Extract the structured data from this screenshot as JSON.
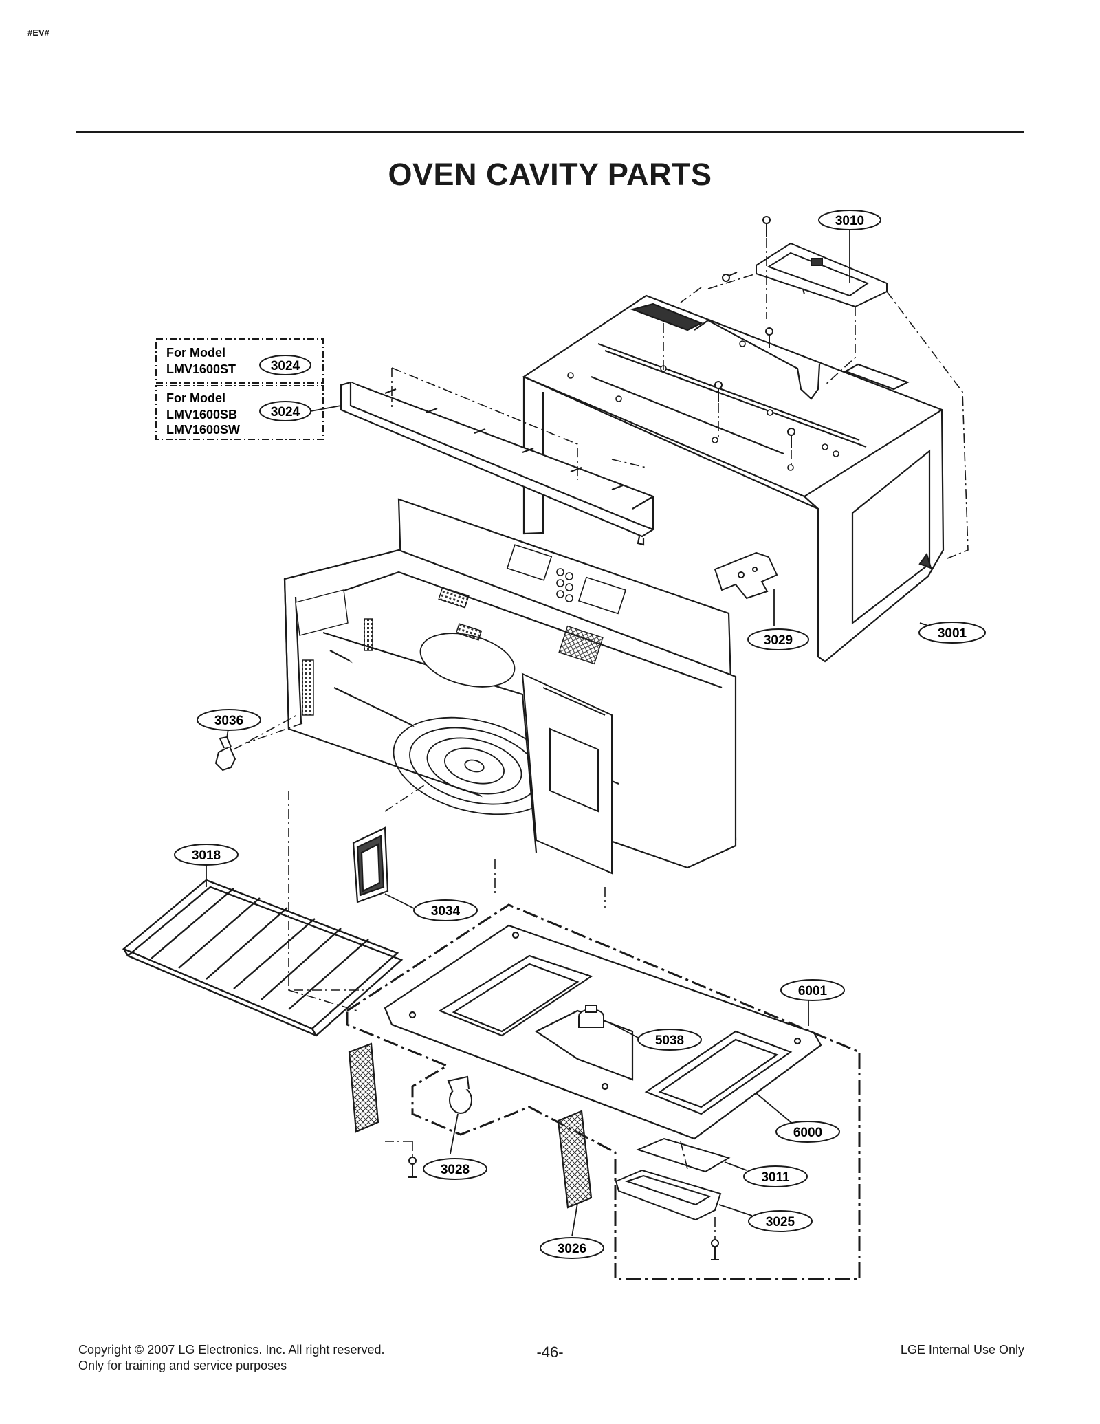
{
  "header_tag": "#EV#",
  "title": "OVEN CAVITY PARTS",
  "model_notes": [
    {
      "line1": "For Model",
      "line2": "LMV1600ST",
      "part": "3024"
    },
    {
      "line1": "For Model",
      "line2": "LMV1600SB",
      "line3": "LMV1600SW",
      "part": "3024"
    }
  ],
  "callouts": [
    {
      "id": "3010",
      "label": "3010"
    },
    {
      "id": "3001",
      "label": "3001"
    },
    {
      "id": "3029",
      "label": "3029"
    },
    {
      "id": "3036",
      "label": "3036"
    },
    {
      "id": "3018",
      "label": "3018"
    },
    {
      "id": "3034",
      "label": "3034"
    },
    {
      "id": "6001",
      "label": "6001"
    },
    {
      "id": "5038",
      "label": "5038"
    },
    {
      "id": "6000",
      "label": "6000"
    },
    {
      "id": "3028",
      "label": "3028"
    },
    {
      "id": "3011",
      "label": "3011"
    },
    {
      "id": "3025",
      "label": "3025"
    },
    {
      "id": "3026",
      "label": "3026"
    }
  ],
  "footer": {
    "copyright": "Copyright © 2007 LG Electronics. Inc. All right reserved.",
    "purpose": "Only for training and service purposes",
    "page_number": "-46-",
    "internal": "LGE Internal Use Only"
  }
}
